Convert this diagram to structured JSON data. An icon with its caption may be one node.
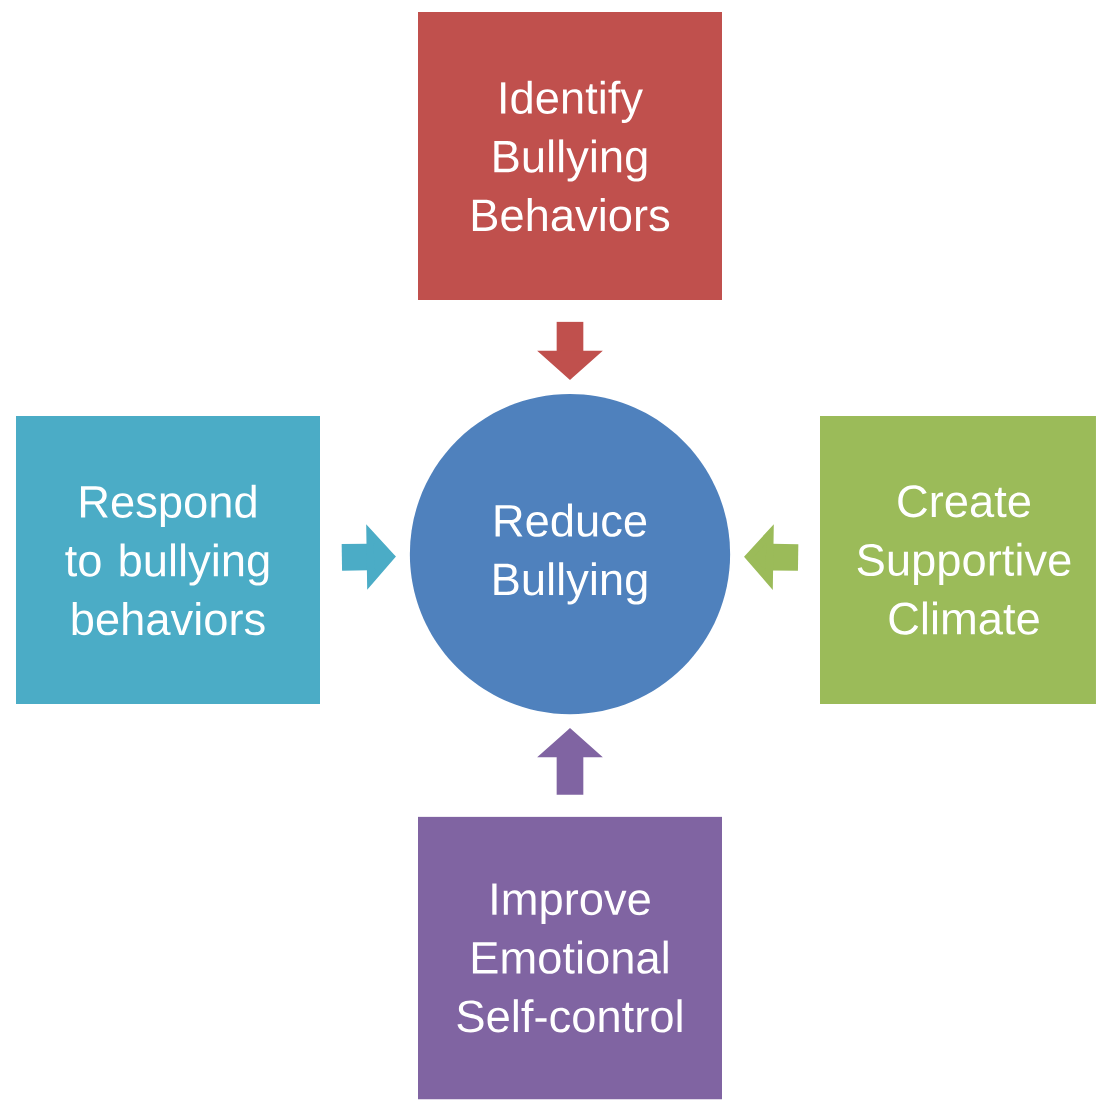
{
  "diagram": {
    "nodes": [
      {
        "text": [
          "Identify Bullying Behaviors"
        ]
      },
      {
        "text": [
          "Respond to bullying behaviors"
        ]
      },
      {
        "text": [
          "Reduce Bullying"
        ]
      },
      {
        "text": [
          "Create Supportive Climate"
        ]
      },
      {
        "text": [
          "Improve Emotional Self-control"
        ]
      }
    ],
    "edges": [
      {
        "from": 0,
        "to": 2,
        "arrow": "to",
        "color": "#c0504d"
      },
      {
        "from": 1,
        "to": 2,
        "arrow": "to",
        "color": "#4bacc6"
      },
      {
        "from": 3,
        "to": 2,
        "arrow": "to",
        "color": "#9bbb59"
      },
      {
        "from": 4,
        "to": 2,
        "arrow": "to",
        "color": "#8064a2"
      }
    ]
  }
}
